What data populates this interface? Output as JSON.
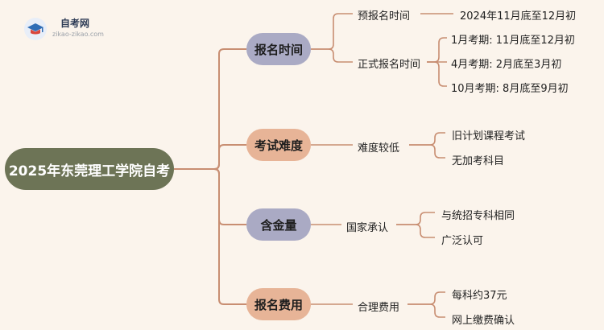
{
  "logo": {
    "name": "自考网",
    "url": "zikao-zikao.com",
    "icon": "graduation-cap-icon"
  },
  "root": "2025年东莞理工学院自考",
  "branches": [
    {
      "label": "报名时间",
      "color": "#aaaac4",
      "children": [
        {
          "label": "预报名时间",
          "items": [
            "2024年11月底至12月初"
          ]
        },
        {
          "label": "正式报名时间",
          "items": [
            "1月考期: 11月底至12月初",
            "4月考期: 2月底至3月初",
            "10月考期: 8月底至9月初"
          ]
        }
      ]
    },
    {
      "label": "考试难度",
      "color": "#e7b497",
      "children": [
        {
          "label": "难度较低",
          "items": [
            "旧计划课程考试",
            "无加考科目"
          ]
        }
      ]
    },
    {
      "label": "含金量",
      "color": "#aaaac4",
      "children": [
        {
          "label": "国家承认",
          "items": [
            "与统招专科相同",
            "广泛认可"
          ]
        }
      ]
    },
    {
      "label": "报名费用",
      "color": "#e7b497",
      "children": [
        {
          "label": "合理费用",
          "items": [
            "每科约37元",
            "网上缴费确认"
          ]
        }
      ]
    }
  ],
  "colors": {
    "background": "#fbf4ec",
    "root": "#6d7456",
    "connector": "#c88e72"
  }
}
